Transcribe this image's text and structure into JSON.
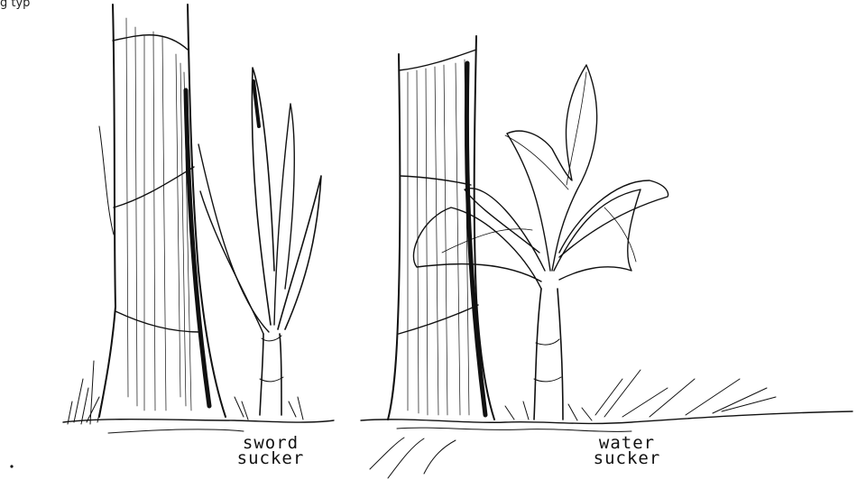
{
  "caption": "g                                                                                                                                                                typ",
  "labels": {
    "left": {
      "line1": "sword",
      "line2": "sucker"
    },
    "right": {
      "line1": "water",
      "line2": "sucker"
    }
  },
  "colors": {
    "ink": "#111111",
    "paper": "#ffffff"
  }
}
